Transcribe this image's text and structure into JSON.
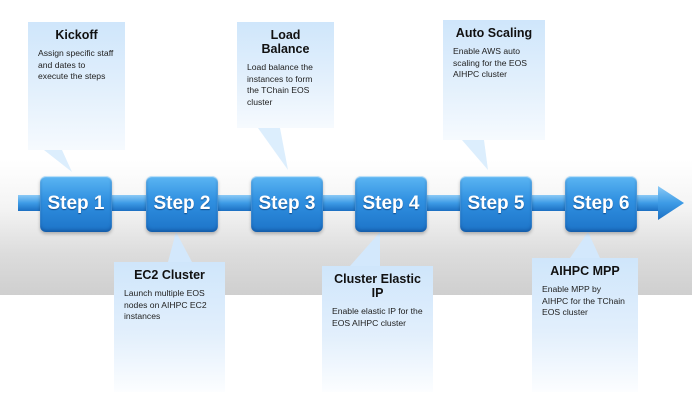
{
  "steps": [
    {
      "label": "Step 1"
    },
    {
      "label": "Step 2"
    },
    {
      "label": "Step 3"
    },
    {
      "label": "Step 4"
    },
    {
      "label": "Step 5"
    },
    {
      "label": "Step 6"
    }
  ],
  "callouts": {
    "kickoff": {
      "title": "Kickoff",
      "body": "Assign specific staff and dates to execute the steps"
    },
    "ec2": {
      "title": "EC2 Cluster",
      "body": "Launch multiple EOS nodes on AIHPC EC2 instances"
    },
    "load_balance": {
      "title": "Load Balance",
      "body": "Load balance the instances to form the TChain EOS cluster"
    },
    "elastic_ip": {
      "title": "Cluster Elastic IP",
      "body": "Enable elastic IP for the EOS AIHPC cluster"
    },
    "auto_scaling": {
      "title": "Auto Scaling",
      "body": "Enable AWS auto scaling for the EOS AIHPC cluster"
    },
    "mpp": {
      "title": "AIHPC MPP",
      "body": "Enable MPP by AIHPC for the TChain EOS cluster"
    }
  },
  "colors": {
    "accent": "#2f8fe0",
    "callout": "#d6eafc"
  }
}
